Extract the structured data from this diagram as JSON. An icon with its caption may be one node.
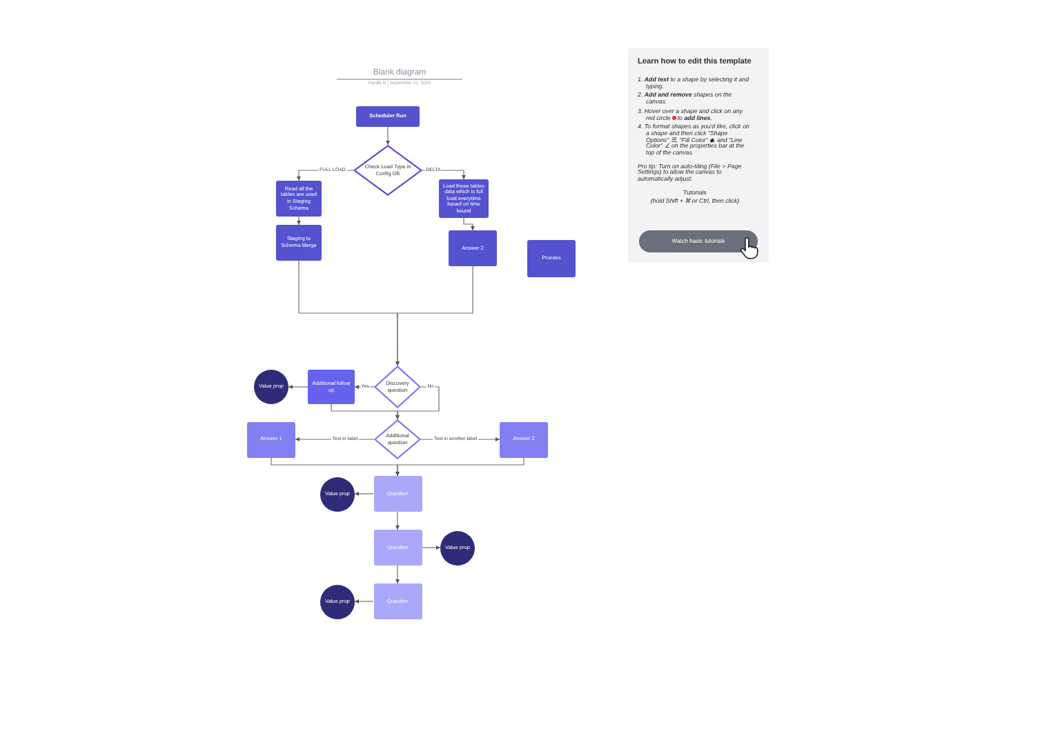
{
  "diagram": {
    "title": "Blank diagram",
    "nodes": [
      {
        "text": [
          "Scheduler Run"
        ]
      },
      {
        "text": [
          "Check Load Type in Config DB"
        ]
      },
      {
        "text": [
          "Read all the tables are used in Staging Schema"
        ]
      },
      {
        "text": [
          "Staging to Schema Merge"
        ]
      },
      {
        "text": [
          "Load those tables data which is full load everytime based on time bound"
        ]
      },
      {
        "text": [
          "Answer 2"
        ]
      },
      {
        "text": [
          "Process"
        ]
      },
      {
        "text": [
          "Discovery question"
        ]
      },
      {
        "text": [
          "Additional follow up"
        ]
      },
      {
        "text": [
          "Value prop"
        ]
      },
      {
        "text": [
          "Additional question"
        ]
      },
      {
        "text": [
          "Answer 1"
        ]
      },
      {
        "text": [
          "Answer 2"
        ]
      },
      {
        "text": [
          "Question"
        ]
      },
      {
        "text": [
          "Value prop"
        ]
      },
      {
        "text": [
          "Question"
        ]
      },
      {
        "text": [
          "Value prop"
        ]
      },
      {
        "text": [
          "Question"
        ]
      },
      {
        "text": [
          "Value prop"
        ]
      },
      {
        "text": [
          "Learn how to edit this template",
          "1. **Add text** to a shape by selecting it and typing.",
          "2. **Add and remove** shapes on the canvas.",
          "3. Hover over a shape and click on any",
          "red circle",
          "to **add lines**.",
          "4. To format shapes as you'd like, click on a shape and then click \"Shape Options\" ☰, \"Fill Color\" ◆, and \"Line Color\" ∠ on the properties bar at the top of the canvas.",
          "Pro tip: Turn on auto-tiling (File > Page Settings) to allow the canvas to automatically adjust.",
          "Tutorials",
          "(hold Shift + ⌘ or Ctrl, then click)"
        ]
      },
      {
        "text": [
          "Watch basic tutorials"
        ],
        "in": 19
      }
    ],
    "edges": [
      {
        "from": 0,
        "to": 1,
        "arrow": "to"
      },
      {
        "from": 1,
        "to": 2,
        "arrow": "to",
        "label": "FULL LOAD"
      },
      {
        "from": 1,
        "to": 4,
        "arrow": "to",
        "label": "DELTA"
      },
      {
        "from": 2,
        "to": 3,
        "arrow": "to"
      },
      {
        "from": 4,
        "to": 5,
        "arrow": "to"
      },
      {
        "from": 3,
        "to": 7,
        "arrow": "to"
      },
      {
        "from": 5,
        "to": 7,
        "arrow": "to"
      },
      {
        "from": 7,
        "to": 8,
        "arrow": "to",
        "label": "Yes"
      },
      {
        "from": 8,
        "to": 9,
        "arrow": "to"
      },
      {
        "from": 7,
        "to": 10,
        "arrow": "to",
        "label": "No"
      },
      {
        "from": 8,
        "to": 10,
        "arrow": "to"
      },
      {
        "from": 10,
        "to": 11,
        "arrow": "to",
        "label": "Text in label"
      },
      {
        "from": 10,
        "to": 12,
        "arrow": "to",
        "label": "Text in another label"
      },
      {
        "from": 11,
        "to": 13,
        "arrow": "to"
      },
      {
        "from": 12,
        "to": 13,
        "arrow": "to"
      },
      {
        "from": 13,
        "to": 14,
        "arrow": "to"
      },
      {
        "from": 13,
        "to": 15,
        "arrow": "to"
      },
      {
        "from": 15,
        "to": 16,
        "arrow": "to"
      },
      {
        "from": 15,
        "to": 17,
        "arrow": "to"
      },
      {
        "from": 17,
        "to": 18,
        "arrow": "to"
      }
    ],
    "labels": [
      "Hardik B | September 21, 2020"
    ]
  }
}
